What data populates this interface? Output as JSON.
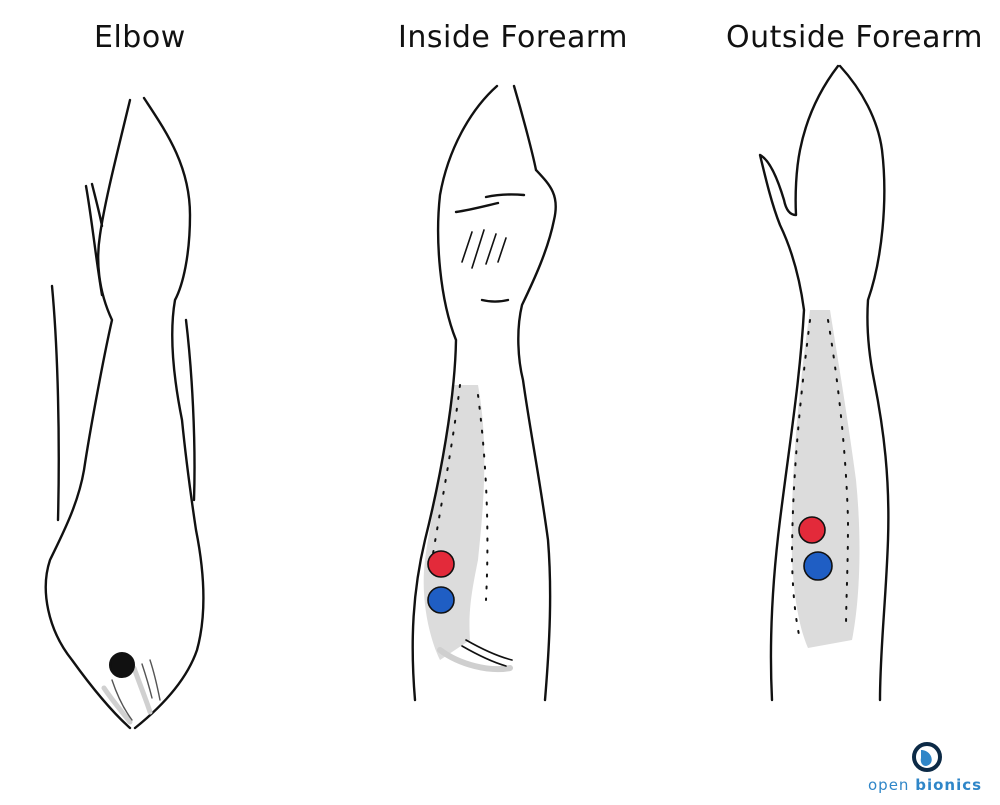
{
  "panels": [
    {
      "id": "elbow",
      "title": "Elbow"
    },
    {
      "id": "inside",
      "title": "Inside Forearm"
    },
    {
      "id": "outside",
      "title": "Outside Forearm"
    }
  ],
  "logo": {
    "word1": "open",
    "word2": "bionics"
  },
  "colors": {
    "outline": "#111111",
    "shading": "#cfcfcf",
    "electrode_red": "#e32a3a",
    "electrode_blue": "#1f5ec4",
    "electrode_black": "#111111",
    "brand": "#2f86c8"
  }
}
